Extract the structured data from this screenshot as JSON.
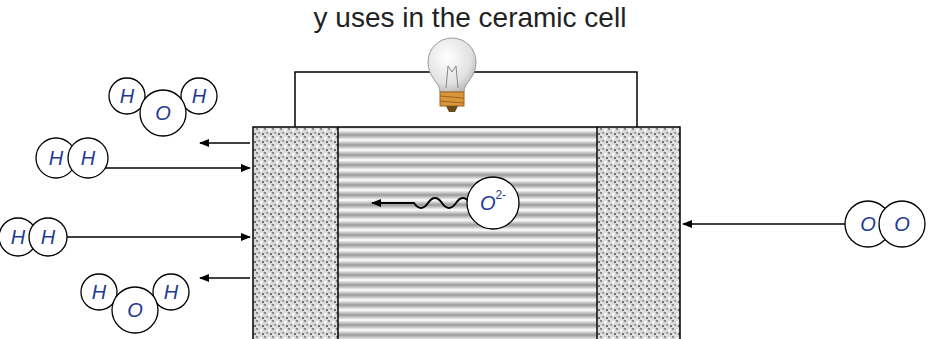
{
  "diagram": {
    "title": "y uses in the ceramic cell",
    "nodes": [
      {
        "text": [
          "H"
        ]
      },
      {
        "text": [
          "O"
        ]
      },
      {
        "text": [
          "H"
        ]
      },
      {
        "text": [
          "H"
        ]
      },
      {
        "text": [
          "H"
        ]
      },
      {
        "text": [
          "H"
        ]
      },
      {
        "text": [
          "H"
        ]
      },
      {
        "text": [
          "H"
        ]
      },
      {
        "text": [
          "O"
        ]
      },
      {
        "text": [
          "H"
        ]
      },
      {
        "text": [
          "O",
          "2-"
        ]
      },
      {
        "text": [
          "O"
        ]
      },
      {
        "text": [
          "O"
        ]
      }
    ]
  }
}
